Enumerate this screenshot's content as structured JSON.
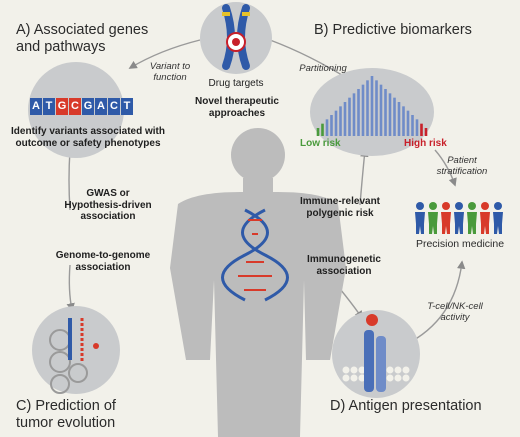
{
  "sections": {
    "a": "A) Associated genes\nand pathways",
    "b": "B) Predictive biomarkers",
    "c": "C) Prediction of\ntumor evolution",
    "d": "D) Antigen presentation"
  },
  "dna_letters": [
    "A",
    "T",
    "G",
    "C",
    "G",
    "A",
    "C",
    "T"
  ],
  "labels": {
    "variant_to_function": "Variant to\nfunction",
    "drug_targets": "Drug targets",
    "novel_therapeutic": "Novel therapeutic\napproaches",
    "identify_variants": "Identify variants associated with\noutcome or safety phenotypes",
    "partitioning": "Partitioning",
    "low_risk": "Low risk",
    "high_risk": "High risk",
    "patient_stratification": "Patient\nstratification",
    "gwas": "GWAS or\nHypothesis-driven\nassociation",
    "immune_relevant": "Immune-relevant\npolygenic risk",
    "precision_medicine": "Precision medicine",
    "genome_to_genome": "Genome-to-genome\nassociation",
    "immunogenetic": "Immunogenetic\nassociation",
    "tcell_activity": "T-cell/NK-cell\nactivity"
  },
  "colors": {
    "background": "#f2f1ea",
    "bubble": "#c9cbcd",
    "body": "#bcbcbc",
    "dna_blue": "#2f5aa8",
    "dna_red": "#d83a2a",
    "low_risk": "#4a9a3c",
    "high_risk": "#c8202a"
  }
}
